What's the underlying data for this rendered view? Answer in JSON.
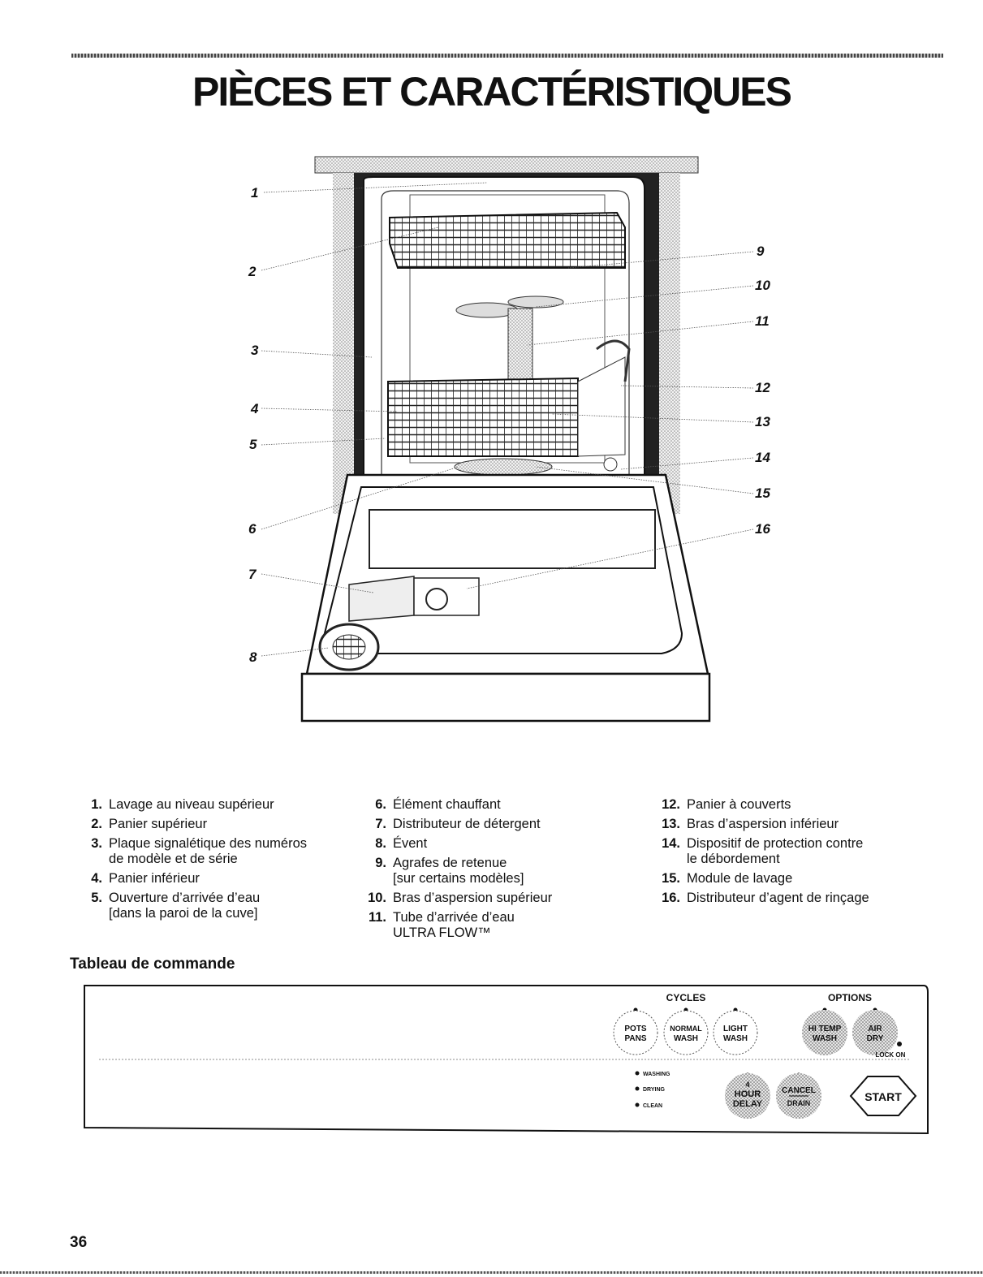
{
  "page": {
    "title": "PIÈCES ET CARACTÉRISTIQUES",
    "page_number": "36"
  },
  "callouts": [
    "1",
    "2",
    "3",
    "4",
    "5",
    "6",
    "7",
    "8",
    "9",
    "10",
    "11",
    "12",
    "13",
    "14",
    "15",
    "16"
  ],
  "parts": {
    "col1": [
      {
        "num": "1.",
        "lines": [
          "Lavage au niveau supérieur"
        ]
      },
      {
        "num": "2.",
        "lines": [
          "Panier supérieur"
        ]
      },
      {
        "num": "3.",
        "lines": [
          "Plaque signalétique des numéros",
          "de modèle et de série"
        ]
      },
      {
        "num": "4.",
        "lines": [
          "Panier inférieur"
        ]
      },
      {
        "num": "5.",
        "lines": [
          "Ouverture d’arrivée d’eau",
          "[dans la paroi de la cuve]"
        ]
      }
    ],
    "col2": [
      {
        "num": "6.",
        "lines": [
          "Élément chauffant"
        ]
      },
      {
        "num": "7.",
        "lines": [
          "Distributeur de détergent"
        ]
      },
      {
        "num": "8.",
        "lines": [
          "Évent"
        ]
      },
      {
        "num": "9.",
        "lines": [
          "Agrafes de retenue",
          "[sur certains modèles]"
        ]
      },
      {
        "num": "10.",
        "lines": [
          "Bras d’aspersion supérieur"
        ]
      },
      {
        "num": "11.",
        "lines": [
          "Tube d’arrivée d’eau",
          "ULTRA FLOW™"
        ]
      }
    ],
    "col3": [
      {
        "num": "12.",
        "lines": [
          "Panier à couverts"
        ]
      },
      {
        "num": "13.",
        "lines": [
          "Bras d’aspersion inférieur"
        ]
      },
      {
        "num": "14.",
        "lines": [
          "Dispositif de protection contre",
          "le débordement"
        ]
      },
      {
        "num": "15.",
        "lines": [
          "Module de lavage"
        ]
      },
      {
        "num": "16.",
        "lines": [
          "Distributeur d’agent de rinçage"
        ]
      }
    ]
  },
  "control_panel": {
    "heading": "Tableau de commande",
    "cycles_label": "CYCLES",
    "options_label": "OPTIONS",
    "buttons": {
      "pots_pans": [
        "POTS",
        "PANS"
      ],
      "normal_wash": [
        "NORMAL",
        "WASH"
      ],
      "light_wash": [
        "LIGHT",
        "WASH"
      ],
      "hi_temp_wash": [
        "HI TEMP",
        "WASH"
      ],
      "air_dry": [
        "AIR",
        "DRY"
      ],
      "hour_delay": [
        "4",
        "HOUR",
        "DELAY"
      ],
      "cancel_drain": [
        "CANCEL",
        "DRAIN"
      ],
      "start": "START"
    },
    "lock_label": "LOCK ON",
    "status": [
      "WASHING",
      "DRYING",
      "CLEAN"
    ]
  }
}
